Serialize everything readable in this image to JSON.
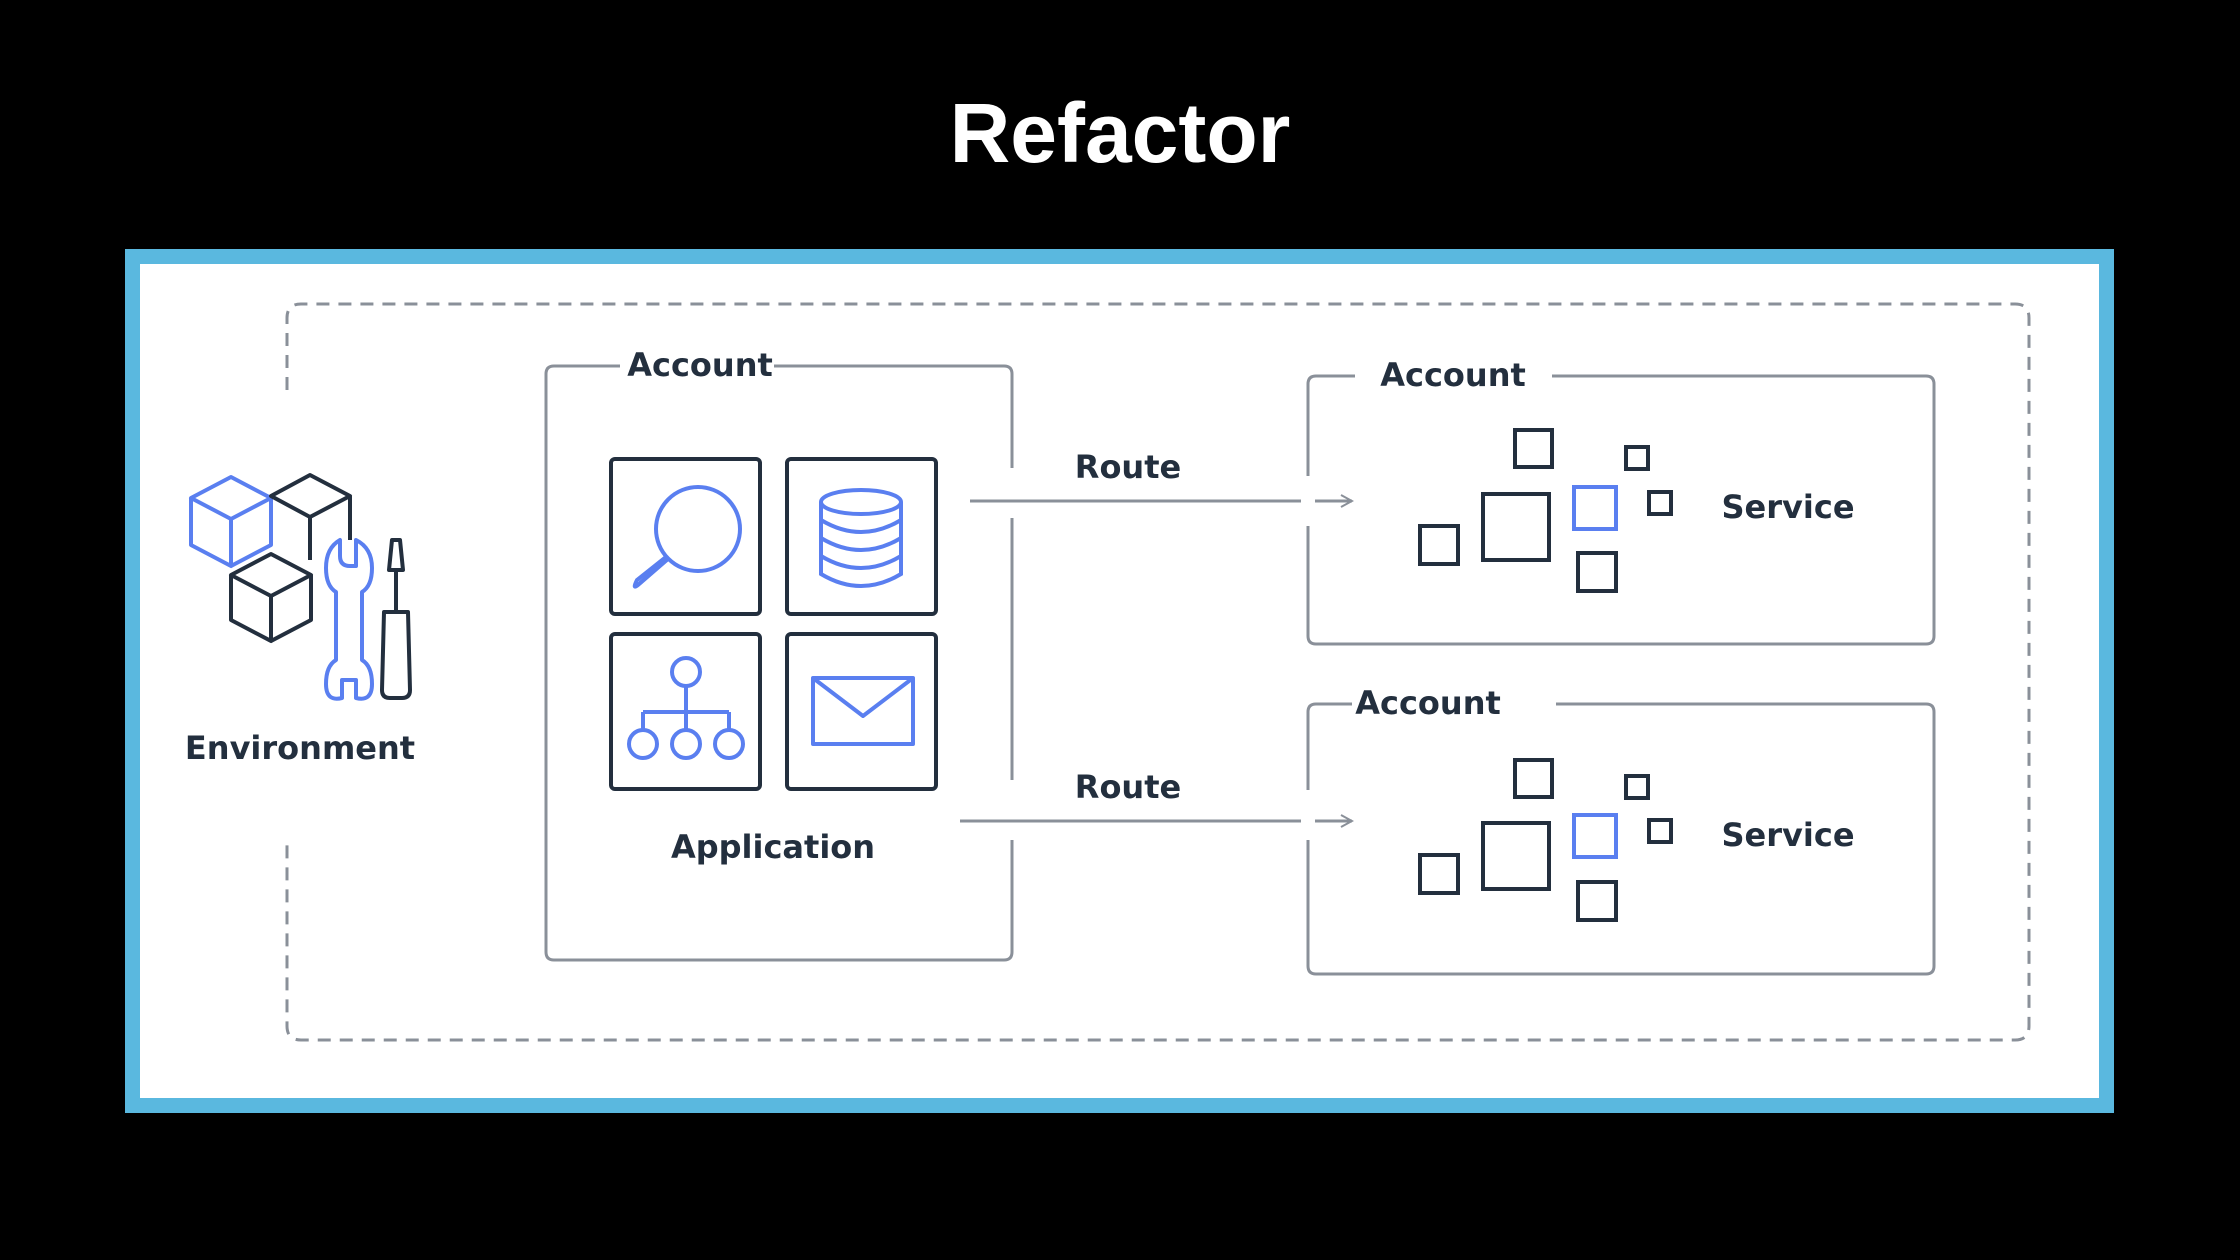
{
  "title": "Refactor",
  "environment": {
    "label": "Environment"
  },
  "source_account": {
    "label": "Account",
    "application_label": "Application"
  },
  "routes": [
    {
      "label": "Route"
    },
    {
      "label": "Route"
    }
  ],
  "target_accounts": [
    {
      "label": "Account",
      "service_label": "Service"
    },
    {
      "label": "Account",
      "service_label": "Service"
    }
  ],
  "icons": [
    "cubes-icon",
    "wrench-icon",
    "screwdriver-icon",
    "search-icon",
    "database-icon",
    "hierarchy-icon",
    "mail-icon",
    "microservices-icon"
  ],
  "colors": {
    "frame": "#5ab8df",
    "accent": "#5a7ff0",
    "ink": "#232f3e",
    "border": "#8a9099"
  }
}
